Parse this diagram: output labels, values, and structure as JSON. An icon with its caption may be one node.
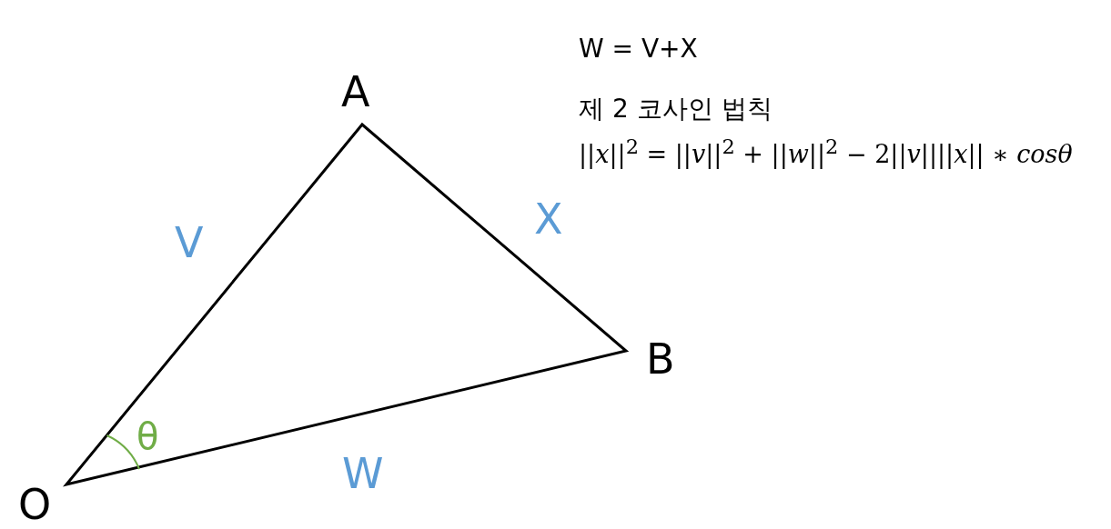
{
  "diagram": {
    "labels": [
      "W = V+X",
      "제 2 코사인 법칙",
      "||*x*||$^{2}$ = ||*v*||$^{2}$ + ||*w*||$^{2}$ − 2||*v*||||*x*|| ∗ *cosθ*",
      "A",
      "V",
      "X",
      "B",
      "θ",
      "W",
      "O"
    ]
  }
}
